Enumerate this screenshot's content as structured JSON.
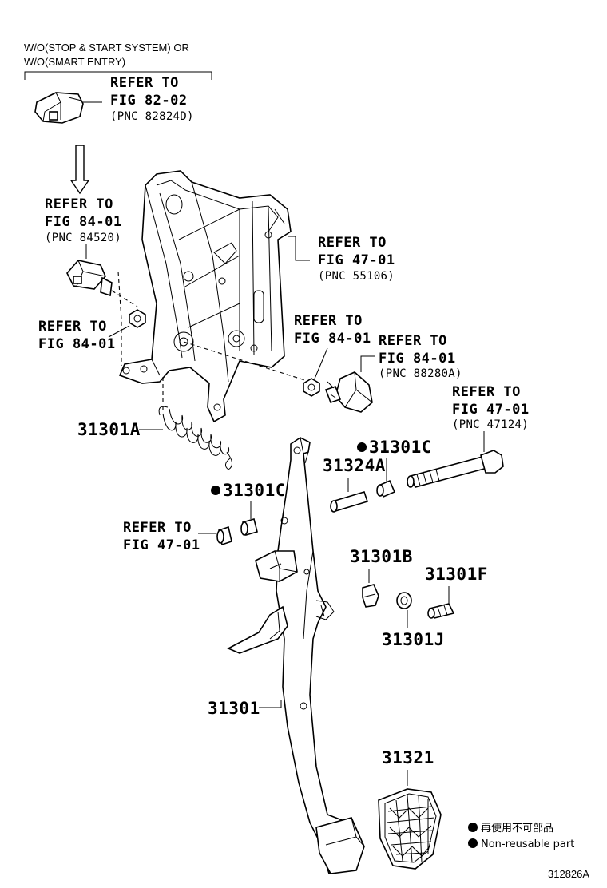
{
  "condition": {
    "line1": "W/O(STOP & START SYSTEM) OR",
    "line2": "W/O(SMART ENTRY)"
  },
  "refs": {
    "r82_02": {
      "l1": "REFER TO",
      "l2": "FIG 82-02",
      "pnc": "(PNC 82824D)"
    },
    "r84_01_84520": {
      "l1": "REFER TO",
      "l2": "FIG 84-01",
      "pnc": "(PNC 84520)"
    },
    "r47_01_55106": {
      "l1": "REFER TO",
      "l2": "FIG 47-01",
      "pnc": "(PNC 55106)"
    },
    "r84_01_nut_left": {
      "l1": "REFER TO",
      "l2": "FIG 84-01"
    },
    "r84_01_nut_right": {
      "l1": "REFER TO",
      "l2": "FIG 84-01"
    },
    "r84_01_88280A": {
      "l1": "REFER TO",
      "l2": "FIG 84-01",
      "pnc": "(PNC 88280A)"
    },
    "r47_01_47124": {
      "l1": "REFER TO",
      "l2": "FIG 47-01",
      "pnc": "(PNC 47124)"
    },
    "r47_01_bush": {
      "l1": "REFER TO",
      "l2": "FIG 47-01"
    }
  },
  "parts": {
    "p31301A": "31301A",
    "p31301C_right": "31301C",
    "p31324A": "31324A",
    "p31301C_left": "31301C",
    "p31301B": "31301B",
    "p31301F": "31301F",
    "p31301J": "31301J",
    "p31301": "31301",
    "p31321": "31321"
  },
  "legend": {
    "jp": "再使用不可部品",
    "en": "Non-reusable part"
  },
  "diagram_code": "312826A"
}
